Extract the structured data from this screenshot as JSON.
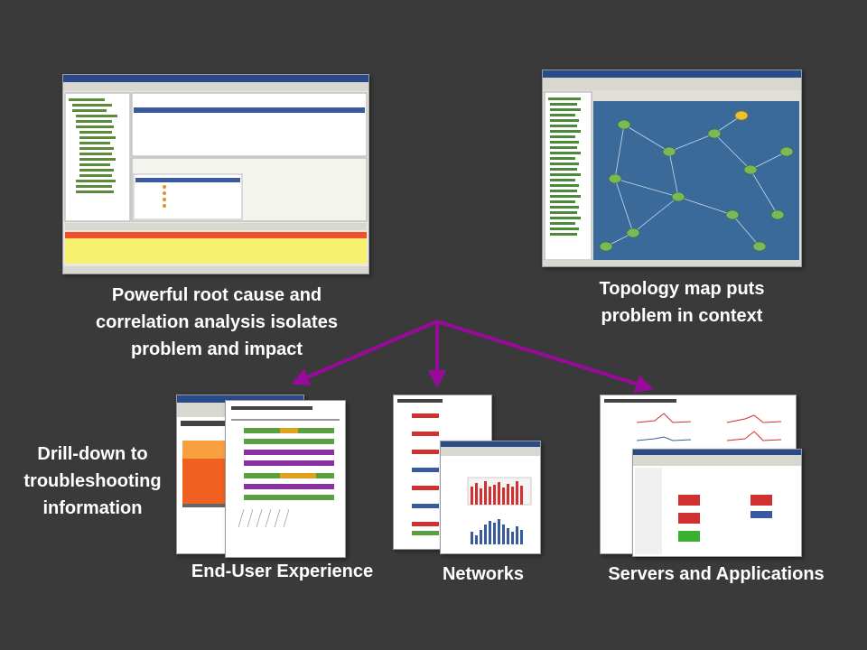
{
  "slide": {
    "caption_root_cause": [
      "Powerful root cause and",
      "correlation analysis isolates",
      "problem and impact"
    ],
    "caption_topology": [
      "Topology map puts",
      "problem in context"
    ],
    "caption_drilldown": [
      "Drill-down to",
      "troubleshooting",
      "information"
    ],
    "label_end_user": "End-User Experience",
    "label_networks": "Networks",
    "label_servers": "Servers and Applications"
  },
  "colors": {
    "background": "#3a3a3a",
    "arrow": "#9a0a9a",
    "alarm_red": "#f05030",
    "alarm_yellow": "#f8f070",
    "map_blue": "#3a6a9a",
    "node_green": "#7ab858"
  }
}
